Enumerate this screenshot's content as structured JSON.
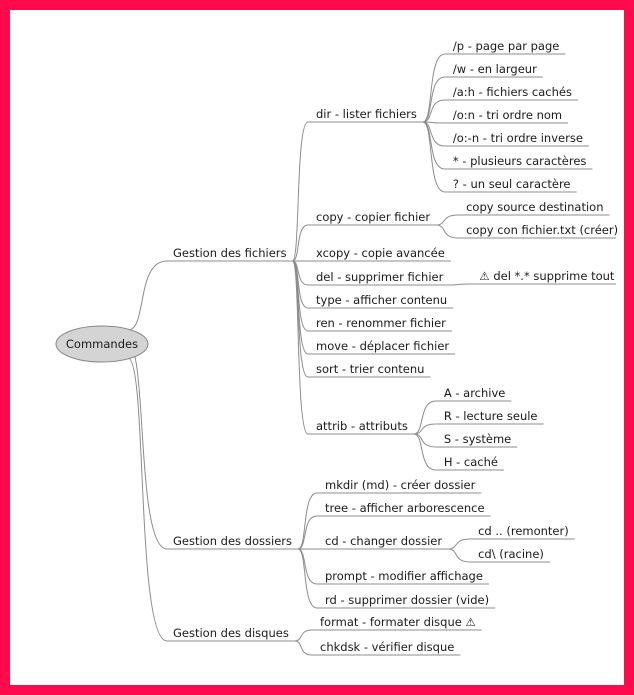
{
  "root": "Commandes",
  "groups": [
    {
      "label": "Gestion des fichiers",
      "items": [
        {
          "label": "dir - lister fichiers",
          "children": [
            "/p - page par page",
            "/w - en largeur",
            "/a:h - fichiers cachés",
            "/o:n - tri ordre nom",
            "/o:-n - tri ordre inverse",
            "* - plusieurs caractères",
            "? - un seul caractère"
          ]
        },
        {
          "label": "copy - copier fichier",
          "children": [
            "copy source destination",
            "copy con fichier.txt (créer)"
          ]
        },
        {
          "label": "xcopy - copie avancée",
          "children": []
        },
        {
          "label": "del - supprimer fichier",
          "children": [
            "⚠ del *.* supprime tout"
          ]
        },
        {
          "label": "type - afficher contenu",
          "children": []
        },
        {
          "label": "ren - renommer fichier",
          "children": []
        },
        {
          "label": "move - déplacer fichier",
          "children": []
        },
        {
          "label": "sort - trier contenu",
          "children": []
        },
        {
          "label": "attrib - attributs",
          "children": [
            "A - archive",
            "R - lecture seule",
            "S - système",
            "H - caché"
          ]
        }
      ]
    },
    {
      "label": "Gestion des dossiers",
      "items": [
        {
          "label": "mkdir (md) - créer dossier",
          "children": []
        },
        {
          "label": "tree - afficher arborescence",
          "children": []
        },
        {
          "label": "cd - changer dossier",
          "children": [
            "cd .. (remonter)",
            "cd\\ (racine)"
          ]
        },
        {
          "label": "prompt - modifier affichage",
          "children": []
        },
        {
          "label": "rd - supprimer dossier (vide)",
          "children": []
        }
      ]
    },
    {
      "label": "Gestion des disques",
      "items": [
        {
          "label": "format - formater disque ⚠",
          "children": []
        },
        {
          "label": "chkdsk - vérifier disque",
          "children": []
        }
      ]
    }
  ],
  "colors": {
    "frame": "#ff0a4c",
    "background": "#ffffff",
    "line": "#8c8c8c",
    "root_fill": "#d4d4d4",
    "root_stroke": "#888888",
    "text": "#1a1a1a"
  }
}
